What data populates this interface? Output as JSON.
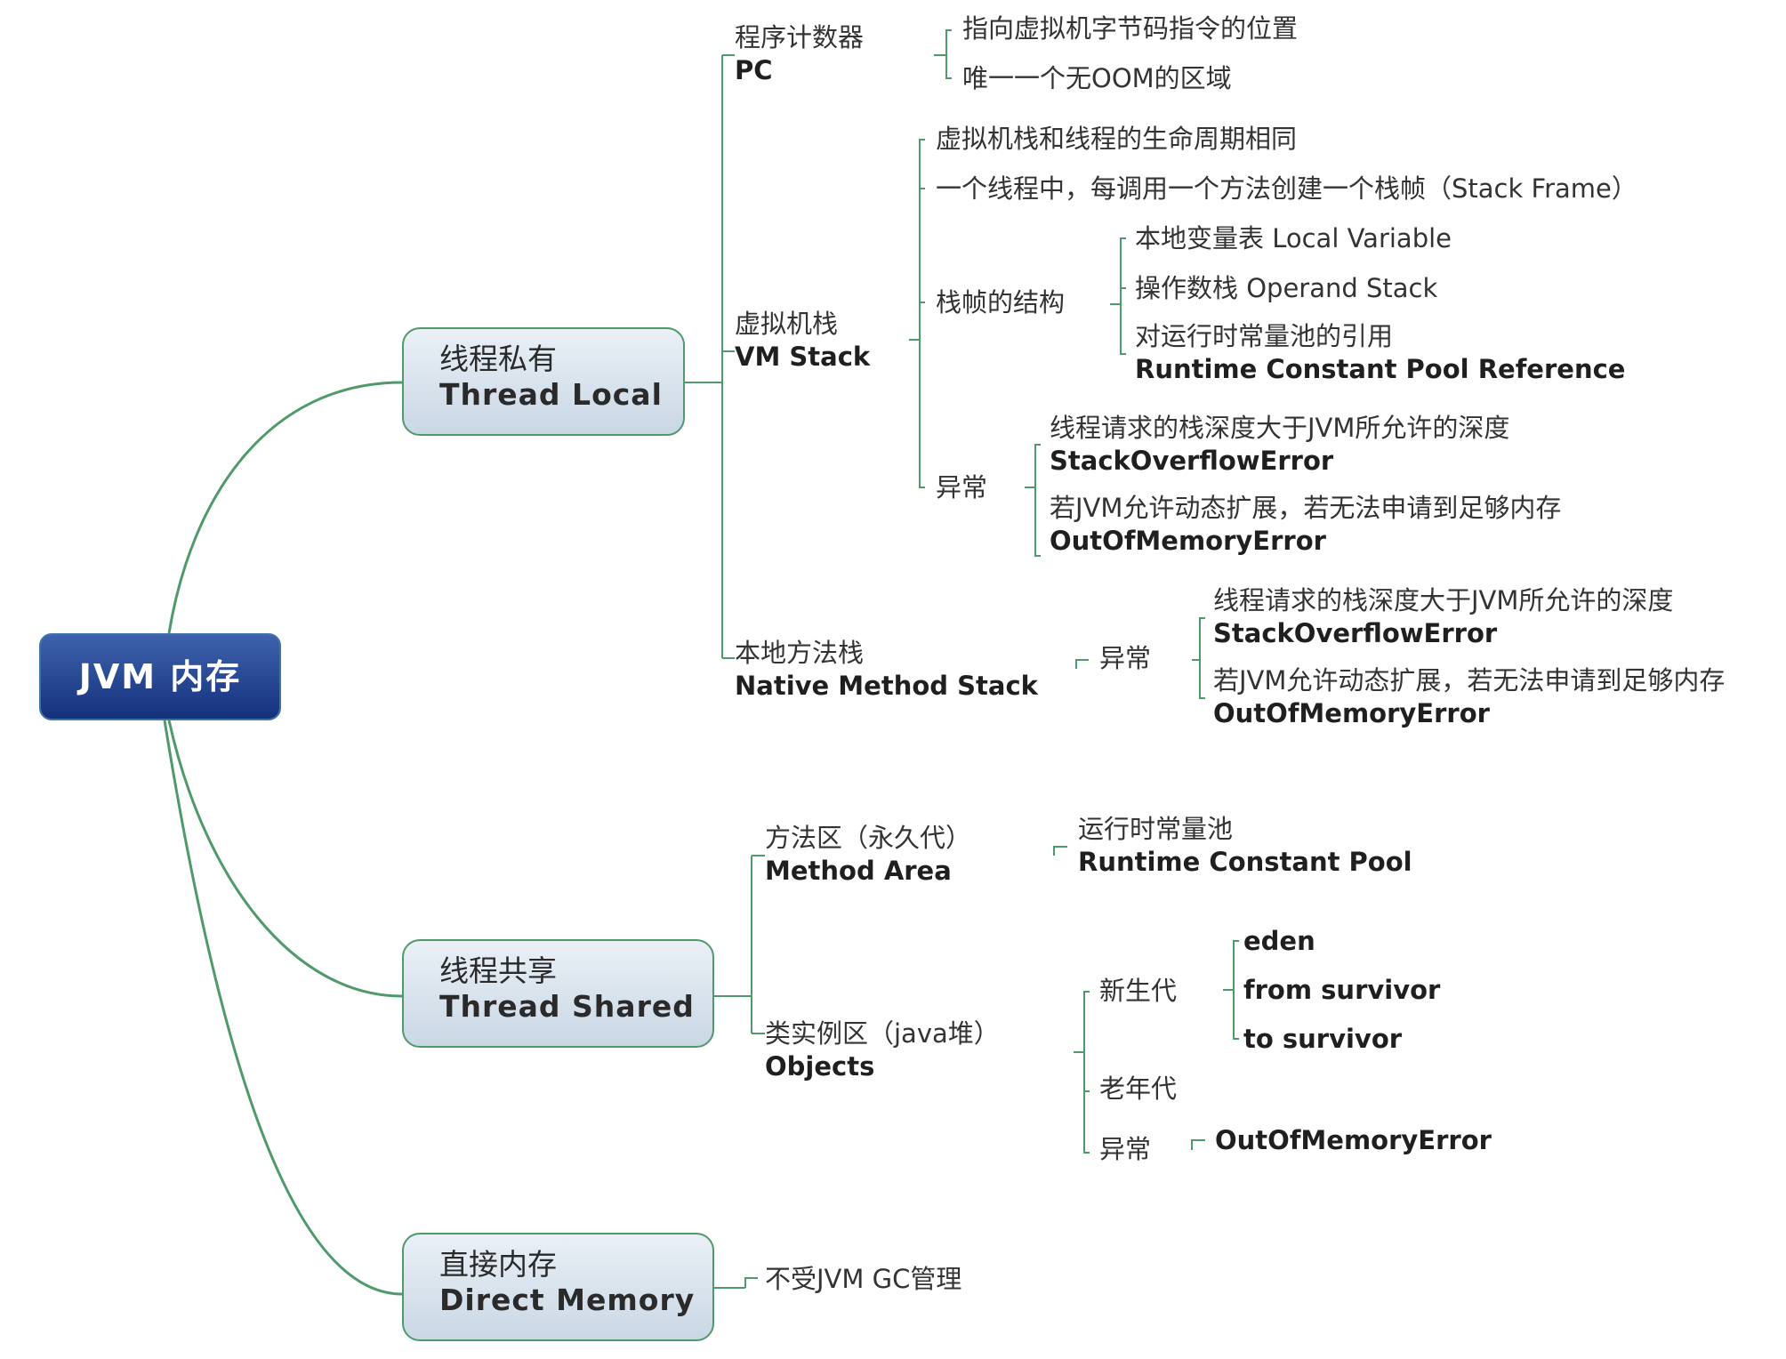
{
  "root": {
    "label": "JVM 内存"
  },
  "thread_local": {
    "zh": "线程私有",
    "en": "Thread Local",
    "pc": {
      "zh": "程序计数器",
      "en": "PC",
      "items": [
        "指向虚拟机字节码指令的位置",
        "唯一一个无OOM的区域"
      ]
    },
    "vm_stack": {
      "zh": "虚拟机栈",
      "en": "VM Stack",
      "items": [
        "虚拟机栈和线程的生命周期相同",
        "一个线程中，每调用一个方法创建一个栈帧（Stack Frame）"
      ],
      "frame_structure": {
        "label": "栈帧的结构",
        "local_variable": "本地变量表 Local Variable",
        "operand_stack": "操作数栈 Operand Stack",
        "pool_ref_zh": "对运行时常量池的引用",
        "pool_ref_en": "Runtime Constant Pool Reference"
      },
      "exception": {
        "label": "异常",
        "so_zh": "线程请求的栈深度大于JVM所允许的深度",
        "so_en": "StackOverflowError",
        "oom_zh": "若JVM允许动态扩展，若无法申请到足够内存",
        "oom_en": "OutOfMemoryError"
      }
    },
    "native_stack": {
      "zh": "本地方法栈",
      "en": "Native Method Stack",
      "exception": {
        "label": "异常",
        "so_zh": "线程请求的栈深度大于JVM所允许的深度",
        "so_en": "StackOverflowError",
        "oom_zh": "若JVM允许动态扩展，若无法申请到足够内存",
        "oom_en": "OutOfMemoryError"
      }
    }
  },
  "thread_shared": {
    "zh": "线程共享",
    "en": "Thread Shared",
    "method_area": {
      "zh": "方法区（永久代）",
      "en": "Method Area",
      "pool_zh": "运行时常量池",
      "pool_en": "Runtime Constant Pool"
    },
    "objects": {
      "zh": "类实例区（java堆）",
      "en": "Objects",
      "young": {
        "label": "新生代",
        "items": [
          "eden",
          "from survivor",
          "to survivor"
        ]
      },
      "old": {
        "label": "老年代"
      },
      "exception": {
        "label": "异常",
        "oom": "OutOfMemoryError"
      }
    }
  },
  "direct_memory": {
    "zh": "直接内存",
    "en": "Direct Memory",
    "note": "不受JVM GC管理"
  },
  "colors": {
    "connector": "#4f9a6b",
    "root_fill": "#1f3f8c",
    "box_fill": "#d3dee9"
  }
}
